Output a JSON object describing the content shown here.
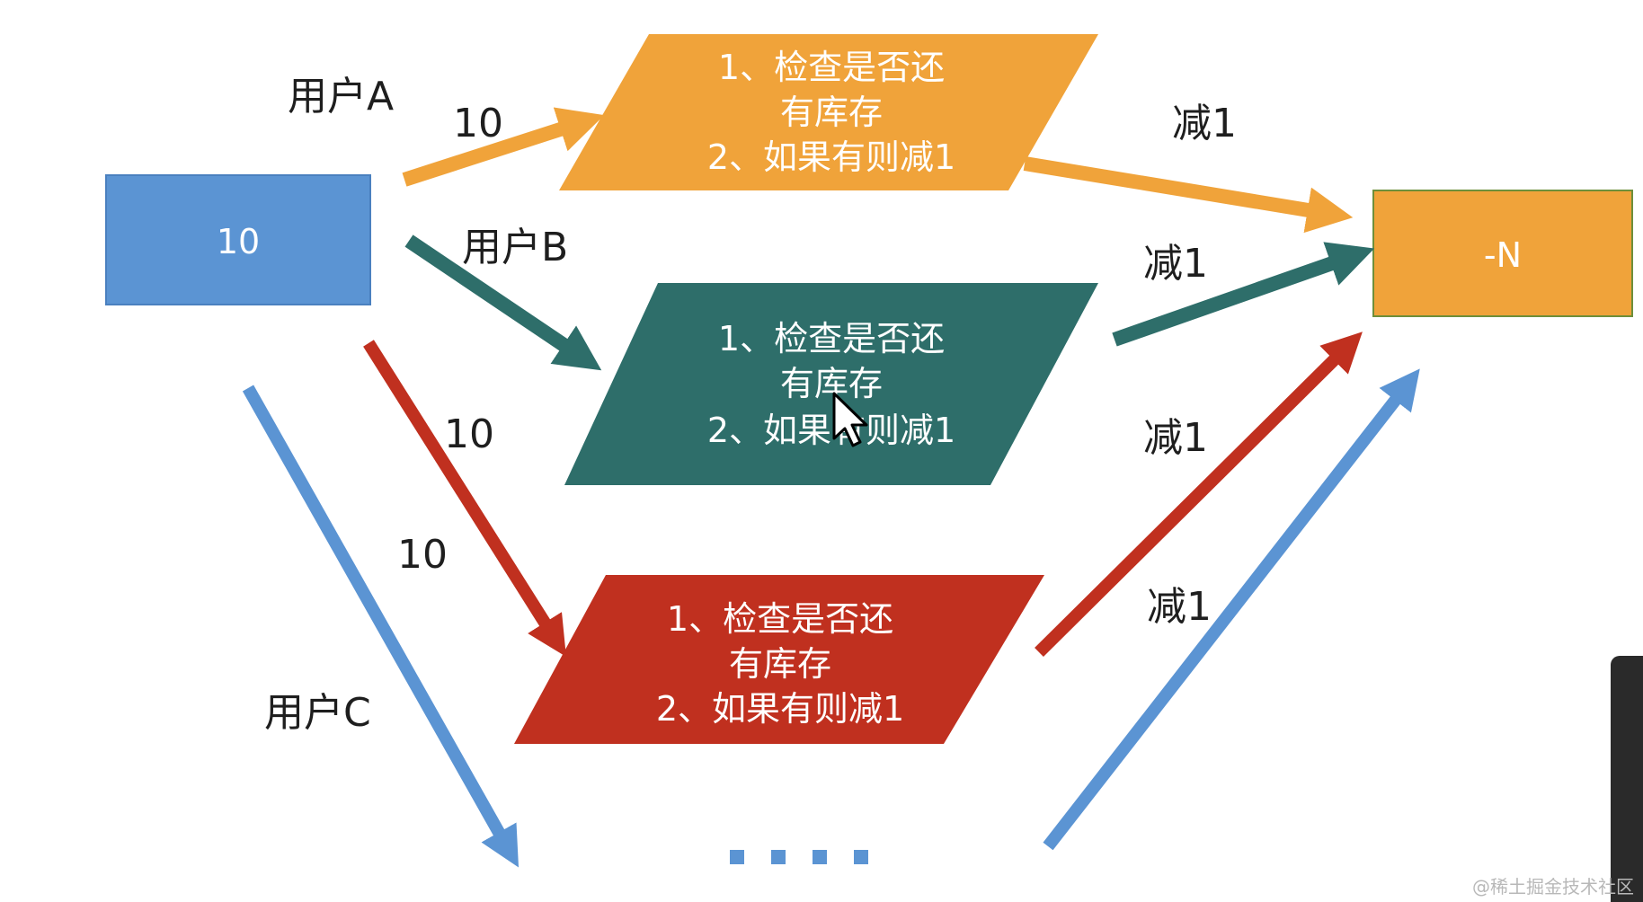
{
  "stock_box": {
    "value": "10",
    "color": "#5b94d3"
  },
  "result_box": {
    "value": "-N",
    "color": "#f0a33a"
  },
  "users": [
    {
      "name": "用户A",
      "count": "10",
      "color": "#f0a33a"
    },
    {
      "name": "用户B",
      "count": "10",
      "color": "#2e6e6a"
    },
    {
      "name": "用户C",
      "count": "10",
      "color": "#c0301f"
    }
  ],
  "extra_path_color": "#5b94d3",
  "process": {
    "line1": "1、检查是否还",
    "line2": "有库存",
    "line3": "2、如果有则减1"
  },
  "decrement_label": "减1",
  "watermark": "@稀土掘金技术社区"
}
